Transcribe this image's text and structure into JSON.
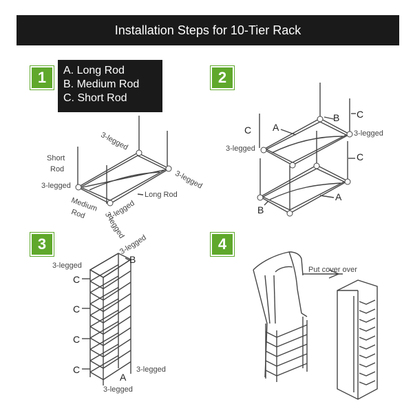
{
  "header": {
    "title": "Installation Steps for 10-Tier Rack"
  },
  "steps": [
    {
      "number": "1"
    },
    {
      "number": "2"
    },
    {
      "number": "3"
    },
    {
      "number": "4"
    }
  ],
  "legend": {
    "items": [
      "A. Long Rod",
      "B. Medium Rod",
      "C. Short Rod"
    ]
  },
  "step1": {
    "three_legged_top": "3-legged",
    "three_legged_right": "3-legged",
    "three_legged_left": "3-legged",
    "three_legged_bottom": "3-legged",
    "short_rod_line1": "Short",
    "short_rod_line2": "Rod",
    "medium_rod_line1": "Medium",
    "medium_rod_line2": "Rod",
    "long_rod": "Long Rod"
  },
  "step2": {
    "c_left": "C",
    "a_top": "A",
    "b_top": "B",
    "c_top_right": "C",
    "three_legged_right": "3-legged",
    "three_legged_left": "3-legged",
    "c_right": "C",
    "a_bottom": "A",
    "b_bottom": "B"
  },
  "step3": {
    "three_legged_top1": "3-legged",
    "three_legged_top2": "3-legged",
    "b_label": "B",
    "three_legged_left": "3-legged",
    "c_labels": [
      "C",
      "C",
      "C",
      "C"
    ],
    "a_label": "A",
    "three_legged_bottom_right": "3-legged",
    "three_legged_bottom": "3-legged"
  },
  "step4": {
    "put_cover_over": "Put cover over"
  }
}
